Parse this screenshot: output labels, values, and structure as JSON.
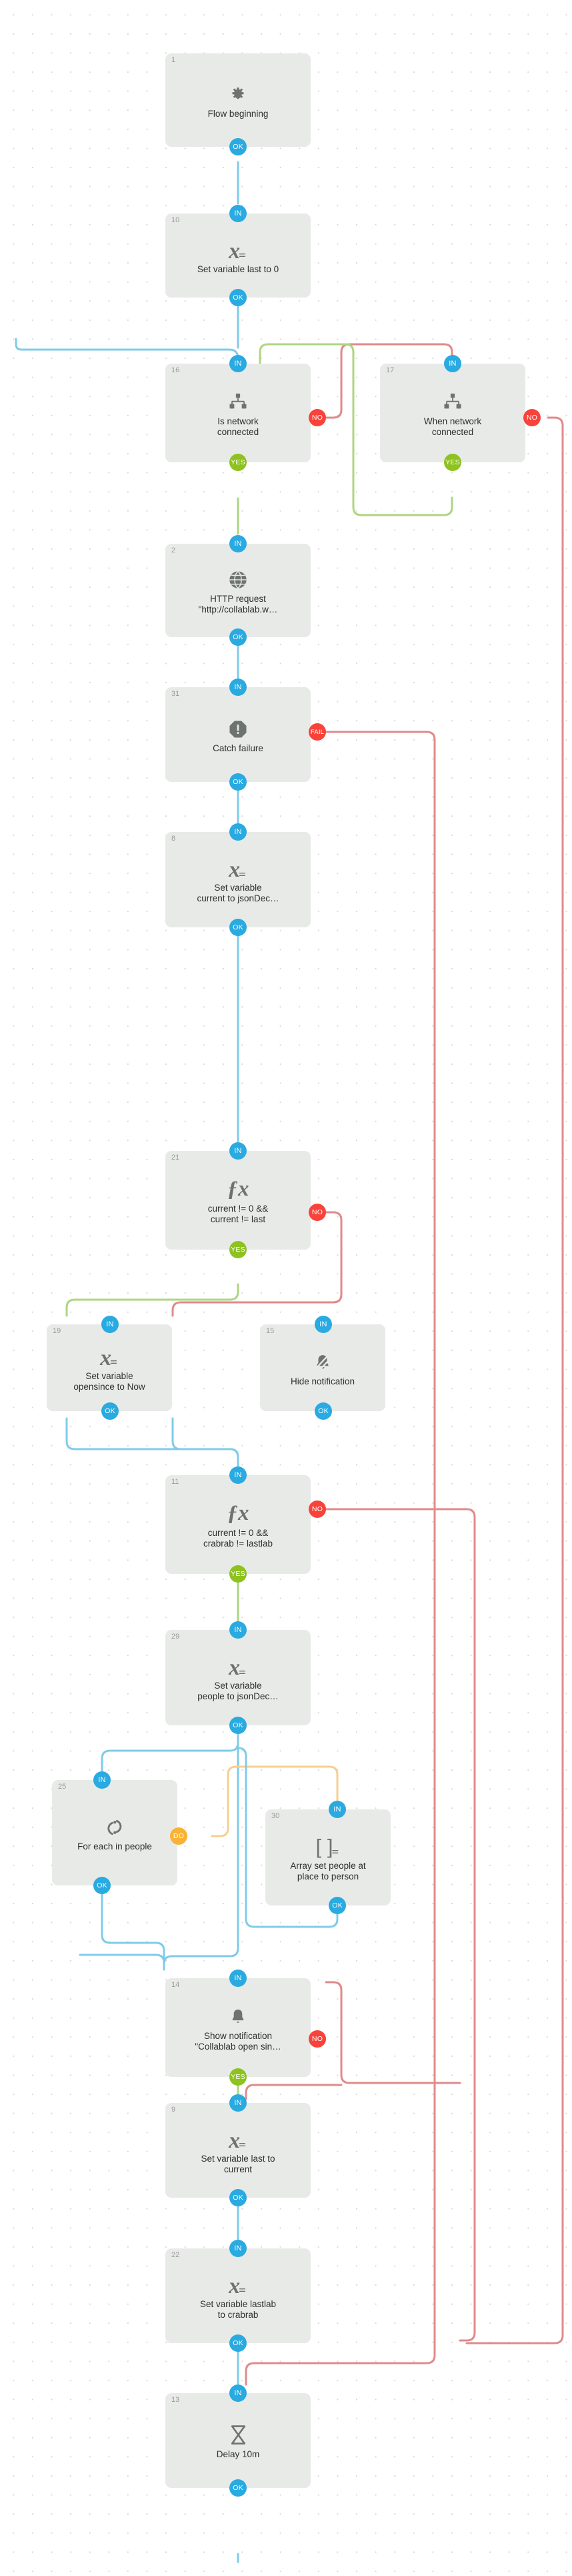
{
  "diagram": {
    "title": "Automation flow editor canvas",
    "colors": {
      "node_bg": "#e8eae8",
      "node_text": "#2e2e2e",
      "node_id": "#9b9b9b",
      "icon": "#6d736d",
      "port_in": "#29aae1",
      "port_ok": "#29aae1",
      "port_yes": "#8dc21f",
      "port_no": "#f9423a",
      "port_fail": "#f9423a",
      "port_do": "#f9b233",
      "wire_blue": "#7fcbe8",
      "wire_green": "#aed581",
      "wire_red": "#e08a8a",
      "wire_orange": "#f6cf8f",
      "canvas": "#ffffff",
      "grid_dot": "#d7d7d7"
    },
    "port_labels": {
      "in": "IN",
      "ok": "OK",
      "yes": "YES",
      "no": "NO",
      "fail": "FAIL",
      "do": "DO"
    },
    "nodes": [
      {
        "id": "1",
        "icon": "gear-icon",
        "label": "Flow beginning",
        "ports": [
          "ok"
        ]
      },
      {
        "id": "10",
        "icon": "set-variable-icon",
        "label": "Set variable last to 0",
        "ports": [
          "in",
          "ok"
        ]
      },
      {
        "id": "16",
        "icon": "network-icon",
        "label": "Is network\nconnected",
        "ports": [
          "in",
          "yes",
          "no"
        ]
      },
      {
        "id": "17",
        "icon": "network-icon",
        "label": "When network\nconnected",
        "ports": [
          "in",
          "yes",
          "no"
        ]
      },
      {
        "id": "2",
        "icon": "globe-icon",
        "label": "HTTP request\n\"http://collablab.w…",
        "ports": [
          "in",
          "ok"
        ]
      },
      {
        "id": "31",
        "icon": "alert-octagon-icon",
        "label": "Catch failure",
        "ports": [
          "in",
          "ok",
          "fail"
        ]
      },
      {
        "id": "8",
        "icon": "set-variable-icon",
        "label": "Set variable\ncurrent to jsonDec…",
        "ports": [
          "in",
          "ok"
        ]
      },
      {
        "id": "21",
        "icon": "function-icon",
        "label": "current != 0 &&\ncurrent != last",
        "ports": [
          "in",
          "yes",
          "no"
        ]
      },
      {
        "id": "19",
        "icon": "set-variable-icon",
        "label": "Set variable\nopensince to Now",
        "ports": [
          "in",
          "ok"
        ]
      },
      {
        "id": "15",
        "icon": "bell-off-icon",
        "label": "Hide notification",
        "ports": [
          "in",
          "ok"
        ]
      },
      {
        "id": "11",
        "icon": "function-icon",
        "label": "current != 0 &&\ncrabrab != lastlab",
        "ports": [
          "in",
          "yes",
          "no"
        ]
      },
      {
        "id": "29",
        "icon": "set-variable-icon",
        "label": "Set variable\npeople to jsonDec…",
        "ports": [
          "in",
          "ok"
        ]
      },
      {
        "id": "25",
        "icon": "loop-icon",
        "label": "For each in people",
        "ports": [
          "in",
          "ok",
          "do"
        ]
      },
      {
        "id": "30",
        "icon": "array-set-icon",
        "label": "Array set people at\nplace to person",
        "ports": [
          "in",
          "ok"
        ]
      },
      {
        "id": "14",
        "icon": "bell-icon",
        "label": "Show notification\n\"Collablab open sin…",
        "ports": [
          "in",
          "yes",
          "no"
        ]
      },
      {
        "id": "9",
        "icon": "set-variable-icon",
        "label": "Set variable last to\ncurrent",
        "ports": [
          "in",
          "ok"
        ]
      },
      {
        "id": "22",
        "icon": "set-variable-icon",
        "label": "Set variable lastlab\nto crabrab",
        "ports": [
          "in",
          "ok"
        ]
      },
      {
        "id": "13",
        "icon": "hourglass-icon",
        "label": "Delay 10m",
        "ports": [
          "in",
          "ok"
        ]
      }
    ]
  }
}
